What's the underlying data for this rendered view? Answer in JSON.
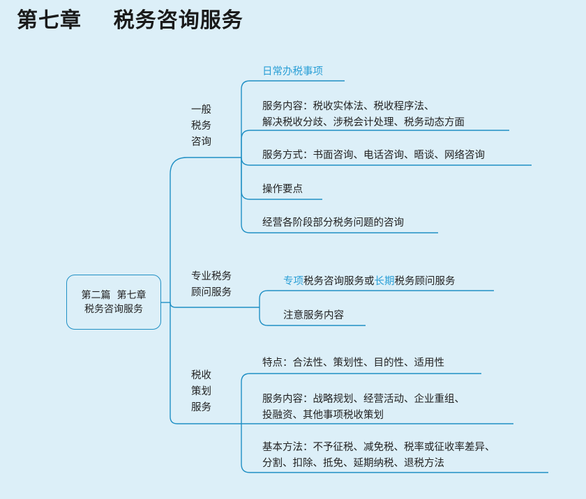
{
  "title": "第七章    税务咨询服务",
  "root": {
    "line1": "第二篇  第七章",
    "line2": "税务咨询服务"
  },
  "branches": [
    {
      "label_lines": [
        "一般",
        "税务",
        "咨询"
      ],
      "items": [
        {
          "text": "日常办税事项"
        },
        {
          "line1": "服务内容：税收实体法、税收程序法、",
          "line2": "解决税收分歧、涉税会计处理、税务动态方面"
        },
        {
          "text": "服务方式：书面咨询、电话咨询、晤谈、网络咨询"
        },
        {
          "text": "操作要点"
        },
        {
          "text": "经营各阶段部分税务问题的咨询"
        }
      ]
    },
    {
      "label_lines": [
        "专业税务",
        "顾问服务"
      ],
      "items": [
        {
          "part1": "专项",
          "part2": "税务咨询服务或",
          "part3": "长期",
          "part4": "税务顾问服务"
        },
        {
          "text": "注意服务内容"
        }
      ]
    },
    {
      "label_lines": [
        "税收",
        "策划",
        "服务"
      ],
      "items": [
        {
          "text": "特点：合法性、策划性、目的性、适用性"
        },
        {
          "line1": "服务内容：战略规划、经营活动、企业重组、",
          "line2": "投融资、其他事项税收策划"
        },
        {
          "line1": "基本方法：不予征税、减免税、税率或征收率差异、",
          "line2": "分割、扣除、抵免、延期纳税、退税方法"
        }
      ]
    }
  ],
  "colors": {
    "line": "#1f8fc4",
    "highlight": "#2a9fd6",
    "background": "#dceff8"
  }
}
